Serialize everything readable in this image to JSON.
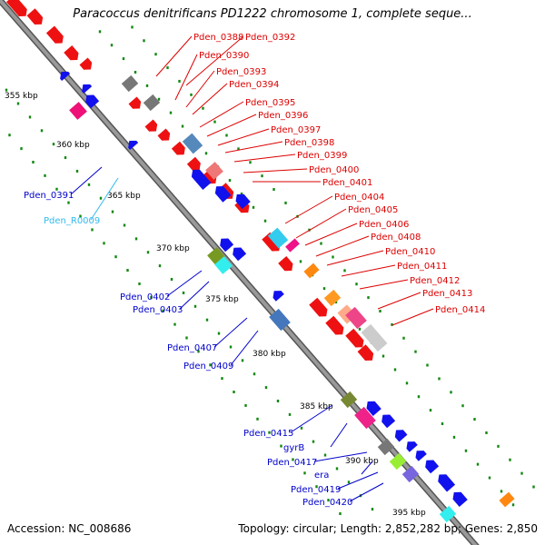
{
  "title": "Paracoccus denitrificans PD1222 chromosome 1, complete seque...",
  "footer": {
    "accession": "Accession: NC_008686",
    "summary": "Topology: circular; Length: 2,852,282 bp; Genes: 2,850"
  },
  "colors": {
    "forward_gene": "#ee1111",
    "reverse_gene": "#1111ee",
    "rna_gene": "#33ccee",
    "forward_label": "#dd0000",
    "reverse_label": "#0000cc",
    "rna_label": "#33bbee",
    "tick": "#118811",
    "backbone": "#999999"
  },
  "kbp_labels": [
    "355 kbp",
    "360 kbp",
    "365 kbp",
    "370 kbp",
    "375 kbp",
    "380 kbp",
    "385 kbp",
    "390 kbp",
    "395 kbp"
  ],
  "forward_labels": [
    "Pden_0388",
    "Pden_0392",
    "Pden_0390",
    "Pden_0393",
    "Pden_0394",
    "Pden_0395",
    "Pden_0396",
    "Pden_0397",
    "Pden_0398",
    "Pden_0399",
    "Pden_0400",
    "Pden_0401",
    "Pden_0404",
    "Pden_0405",
    "Pden_0406",
    "Pden_0408",
    "Pden_0410",
    "Pden_0411",
    "Pden_0412",
    "Pden_0413",
    "Pden_0414"
  ],
  "reverse_labels": [
    "Pden_0391",
    "Pden_R0009",
    "Pden_0402",
    "Pden_0403",
    "Pden_0407",
    "Pden_0409",
    "Pden_0415",
    "gyrB",
    "Pden_0417",
    "era",
    "Pden_0419",
    "Pden_0420"
  ],
  "rna_label_names": [
    "Pden_R0009"
  ]
}
